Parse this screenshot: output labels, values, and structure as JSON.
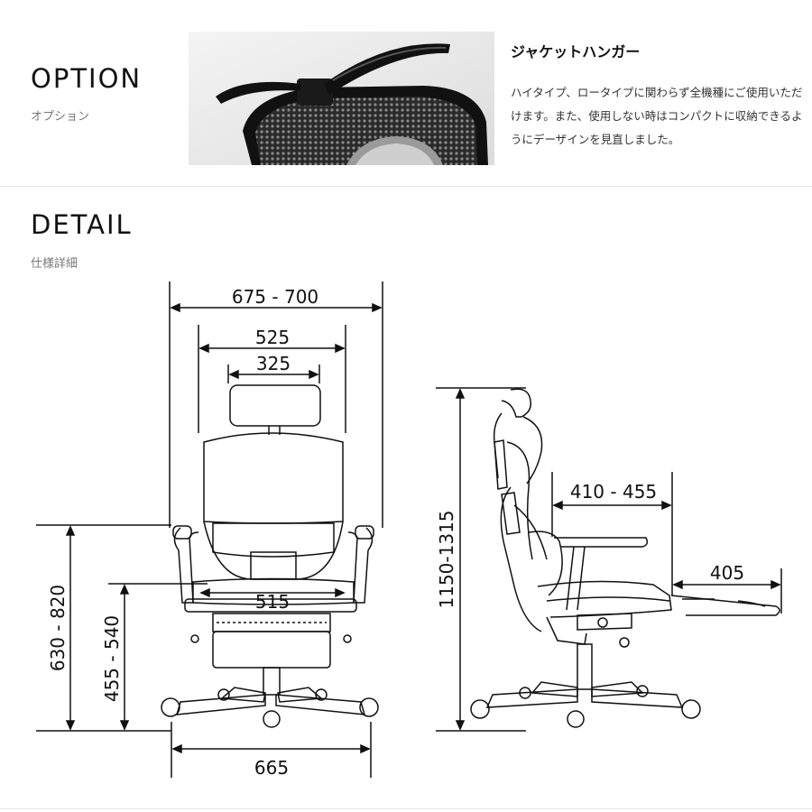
{
  "option": {
    "title": "OPTION",
    "subtitle": "オプション",
    "item_title": "ジャケットハンガー",
    "item_description": "ハイタイプ、ロータイプに関わらず全機種にご使用いただけます。また、使用しない時はコンパクトに収納できるようにデーザインを見直しました。",
    "photo_icon": "jacket-hanger-photo"
  },
  "detail": {
    "title": "DETAIL",
    "subtitle": "仕様詳細"
  },
  "dimensions": {
    "width_total": "675 - 700",
    "width_back": "525",
    "width_headrest": "325",
    "seat_width": "515",
    "base_width": "665",
    "armrest_height": "630 - 820",
    "seat_height": "455 - 540",
    "total_height": "1150-1315",
    "seat_depth": "410 - 455",
    "footrest_length": "405"
  },
  "colors": {
    "line": "#111111",
    "divider": "#e6e6e6",
    "subtitle": "#777777"
  }
}
